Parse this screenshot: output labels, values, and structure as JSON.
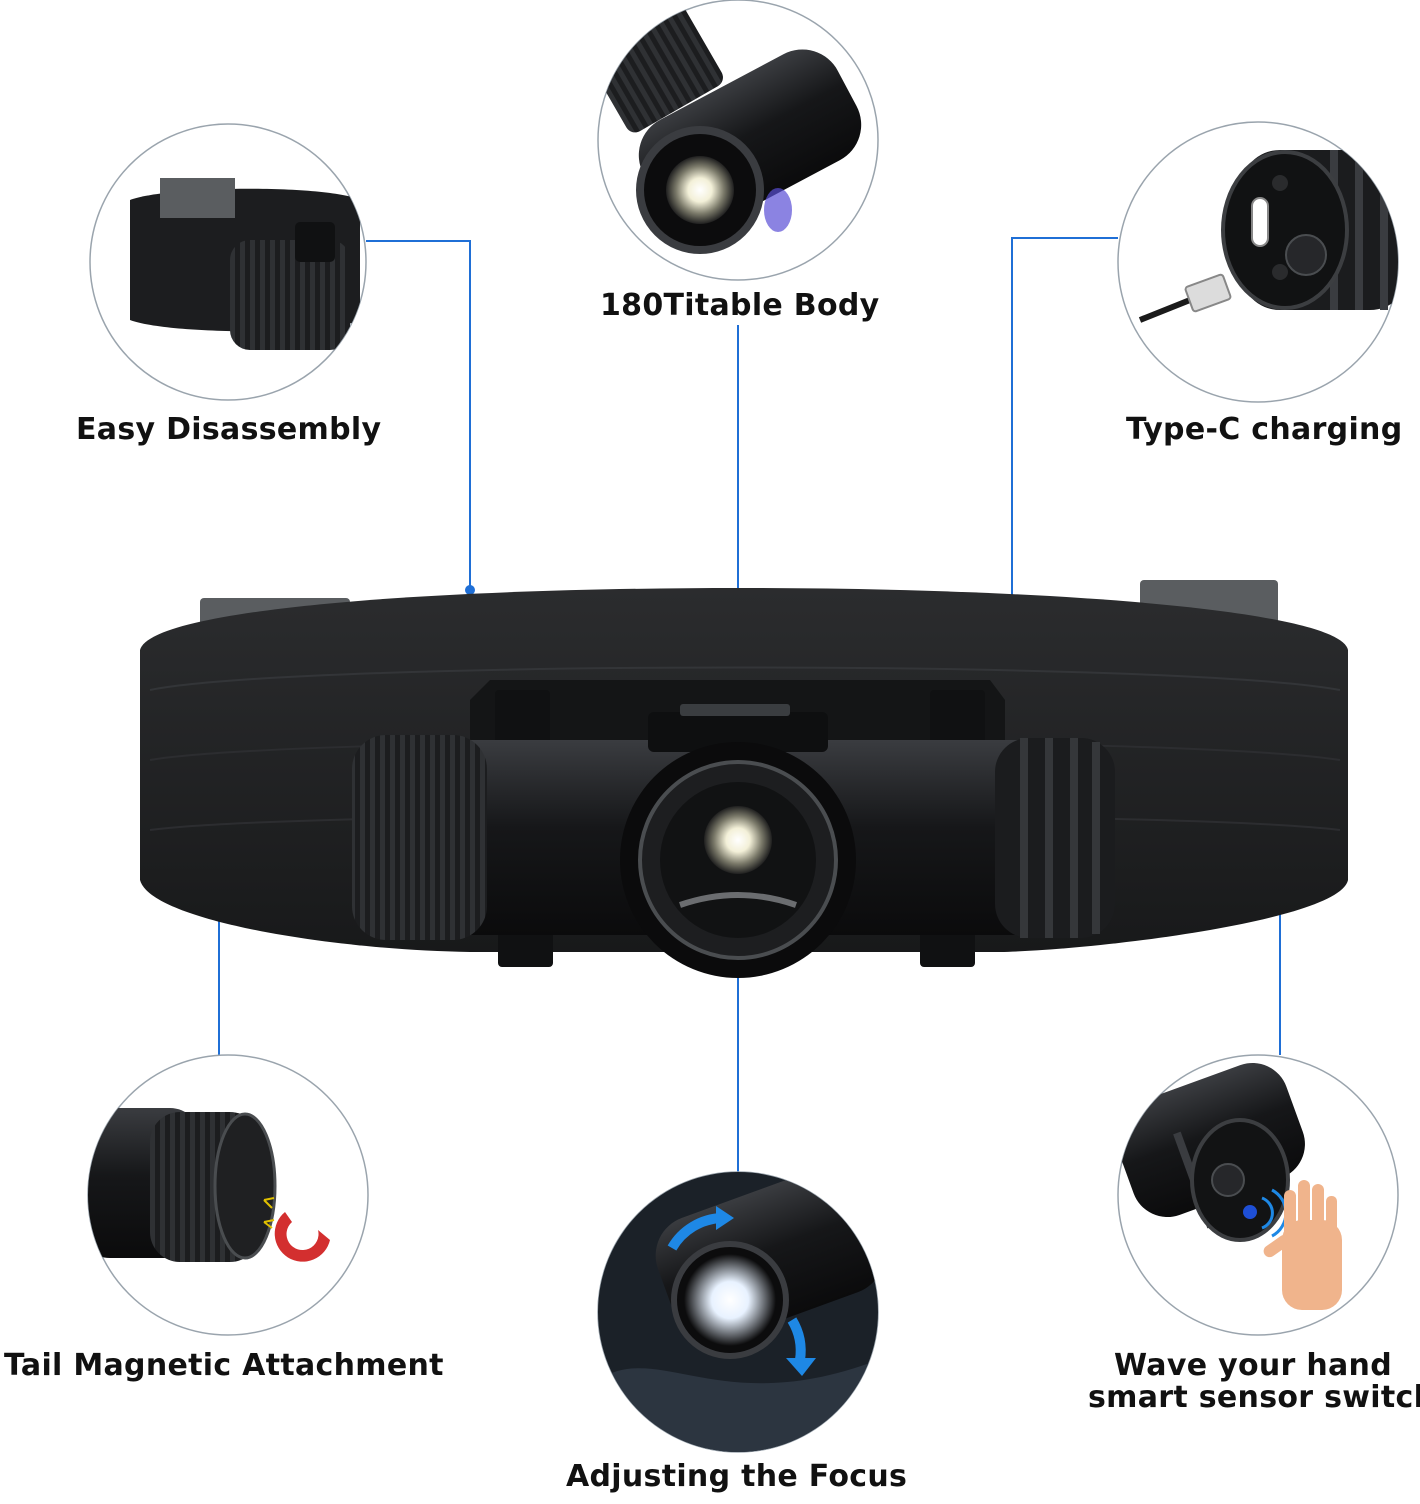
{
  "features": {
    "easy_disassembly": "Easy Disassembly",
    "titable_body": "180Titable Body",
    "type_c_charging": "Type-C charging",
    "tail_magnetic": "Tail Magnetic Attachment",
    "adjusting_focus": "Adjusting the Focus",
    "wave_line1": "Wave your hand",
    "wave_line2": "smart sensor switch"
  },
  "colors": {
    "callout_line": "#1f6fd6",
    "circle_border": "#9aa4ad",
    "product_body": "#1a1b1d",
    "strap": "#222325",
    "accent_arrow": "#1e88e5",
    "magnet_red": "#d32f2f"
  }
}
